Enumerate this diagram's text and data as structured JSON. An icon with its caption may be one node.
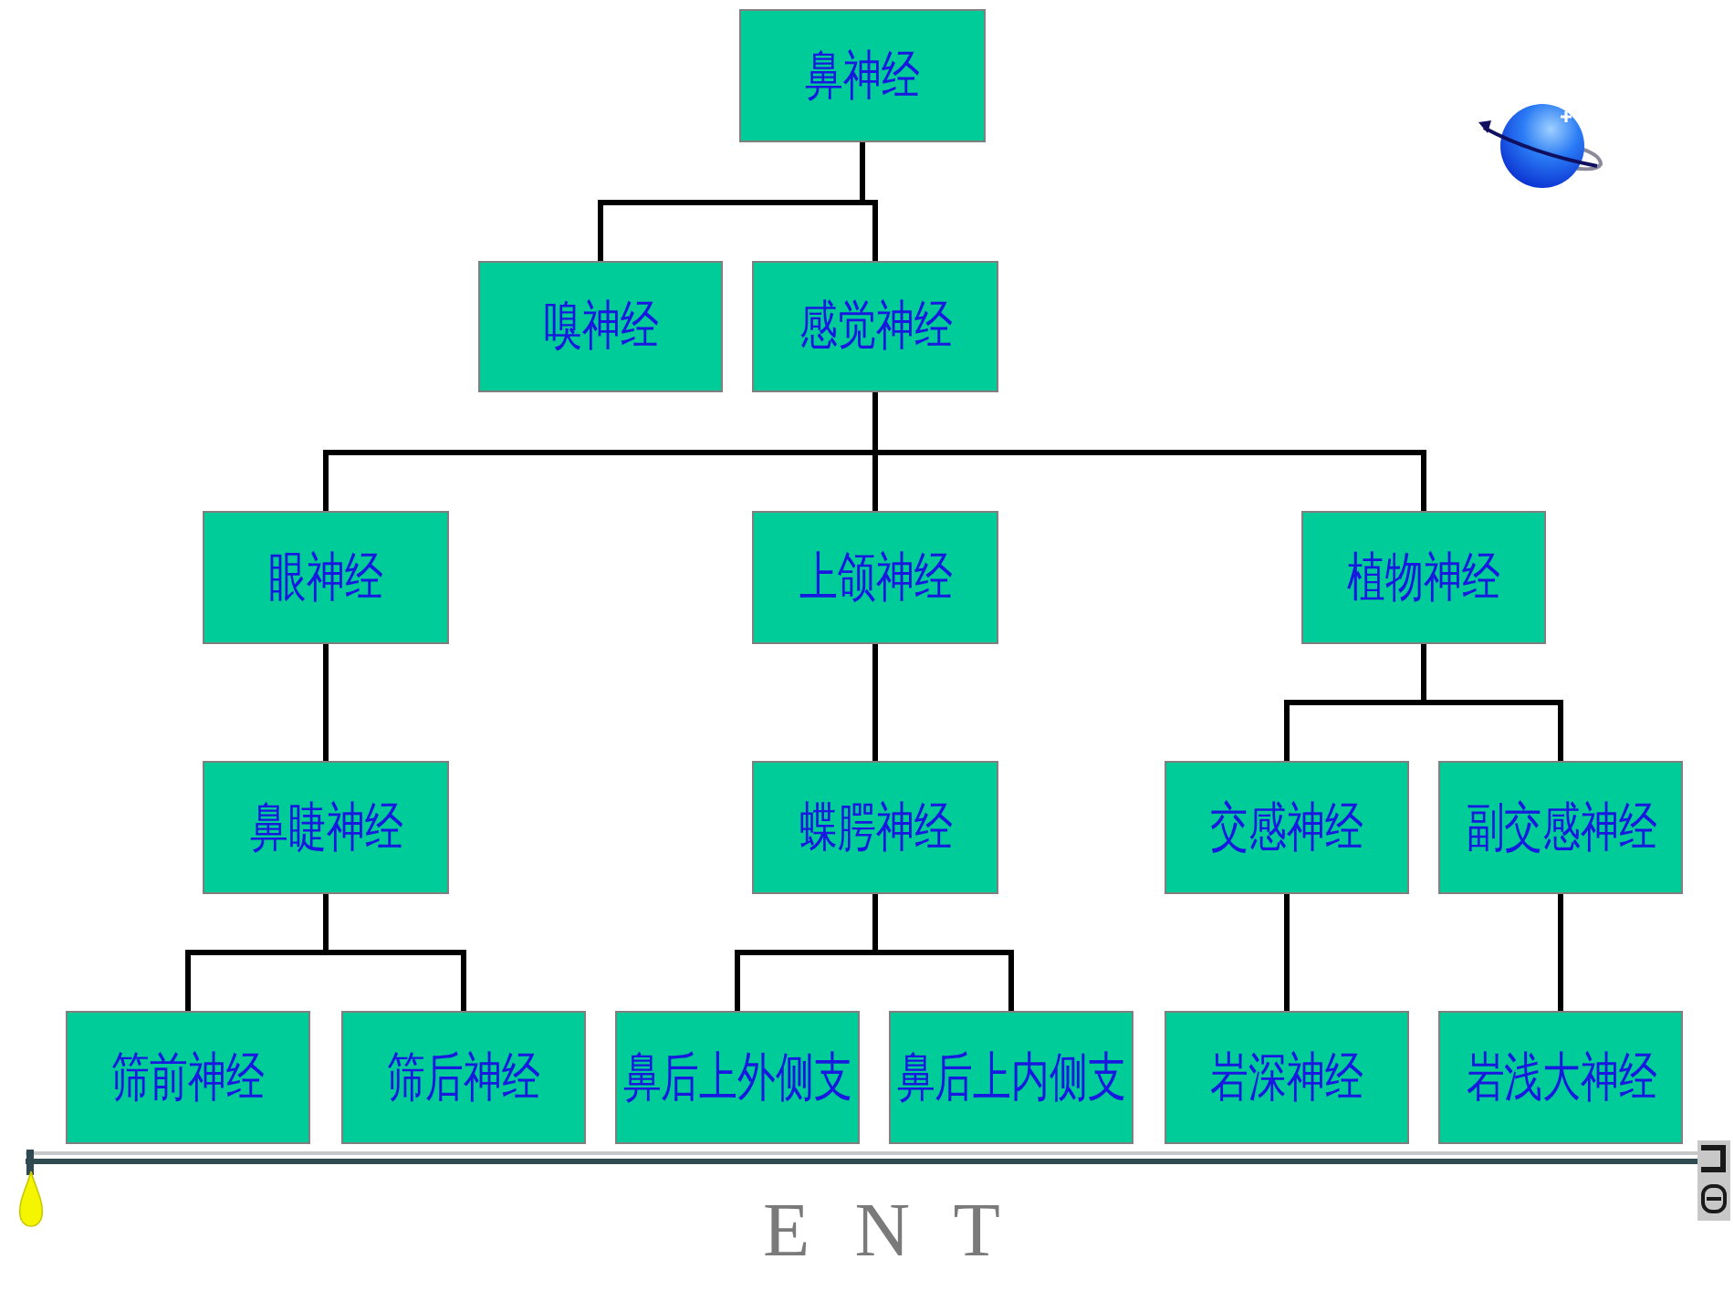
{
  "diagram": {
    "nodes": [
      {
        "text": [
          "鼻神经"
        ]
      },
      {
        "text": [
          "嗅神经"
        ]
      },
      {
        "text": [
          "感觉神经"
        ]
      },
      {
        "text": [
          "眼神经"
        ]
      },
      {
        "text": [
          "上颌神经"
        ]
      },
      {
        "text": [
          "植物神经"
        ]
      },
      {
        "text": [
          "鼻睫神经"
        ]
      },
      {
        "text": [
          "蝶腭神经"
        ]
      },
      {
        "text": [
          "交感神经"
        ]
      },
      {
        "text": [
          "副交感神经"
        ]
      },
      {
        "text": [
          "筛前神经"
        ]
      },
      {
        "text": [
          "筛后神经"
        ]
      },
      {
        "text": [
          "鼻后上外侧支"
        ]
      },
      {
        "text": [
          "鼻后上内侧支"
        ]
      },
      {
        "text": [
          "岩深神经"
        ]
      },
      {
        "text": [
          "岩浅大神经"
        ]
      }
    ],
    "edges": [
      {
        "from": 0,
        "to": 1,
        "arrow": "none"
      },
      {
        "from": 0,
        "to": 2,
        "arrow": "none"
      },
      {
        "from": 2,
        "to": 3,
        "arrow": "none"
      },
      {
        "from": 2,
        "to": 4,
        "arrow": "none"
      },
      {
        "from": 2,
        "to": 5,
        "arrow": "none"
      },
      {
        "from": 3,
        "to": 6,
        "arrow": "none"
      },
      {
        "from": 4,
        "to": 7,
        "arrow": "none"
      },
      {
        "from": 5,
        "to": 8,
        "arrow": "none"
      },
      {
        "from": 5,
        "to": 9,
        "arrow": "none"
      },
      {
        "from": 6,
        "to": 10,
        "arrow": "none"
      },
      {
        "from": 6,
        "to": 11,
        "arrow": "none"
      },
      {
        "from": 7,
        "to": 12,
        "arrow": "none"
      },
      {
        "from": 7,
        "to": 13,
        "arrow": "none"
      },
      {
        "from": 8,
        "to": 14,
        "arrow": "none"
      },
      {
        "from": 9,
        "to": 15,
        "arrow": "none"
      }
    ],
    "labels": [
      "E N T"
    ]
  }
}
